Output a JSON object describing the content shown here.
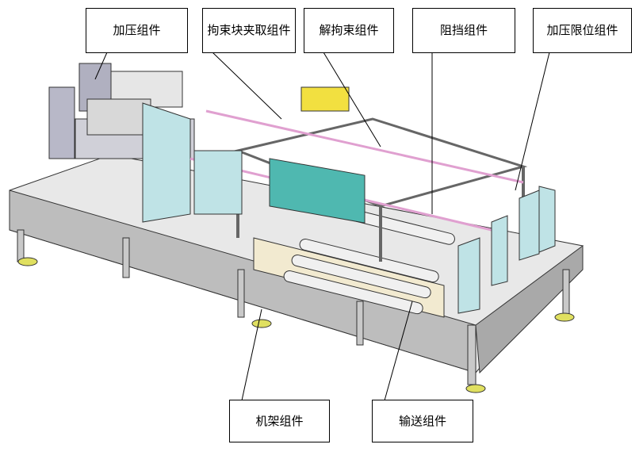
{
  "labels": {
    "pressurize": "加压组件",
    "clamp_pick": "拘束块夹取组件",
    "unclamp": "解拘束组件",
    "stopper": "阻挡组件",
    "press_limit": "加压限位组件",
    "frame": "机架组件",
    "conveyor": "输送组件"
  }
}
